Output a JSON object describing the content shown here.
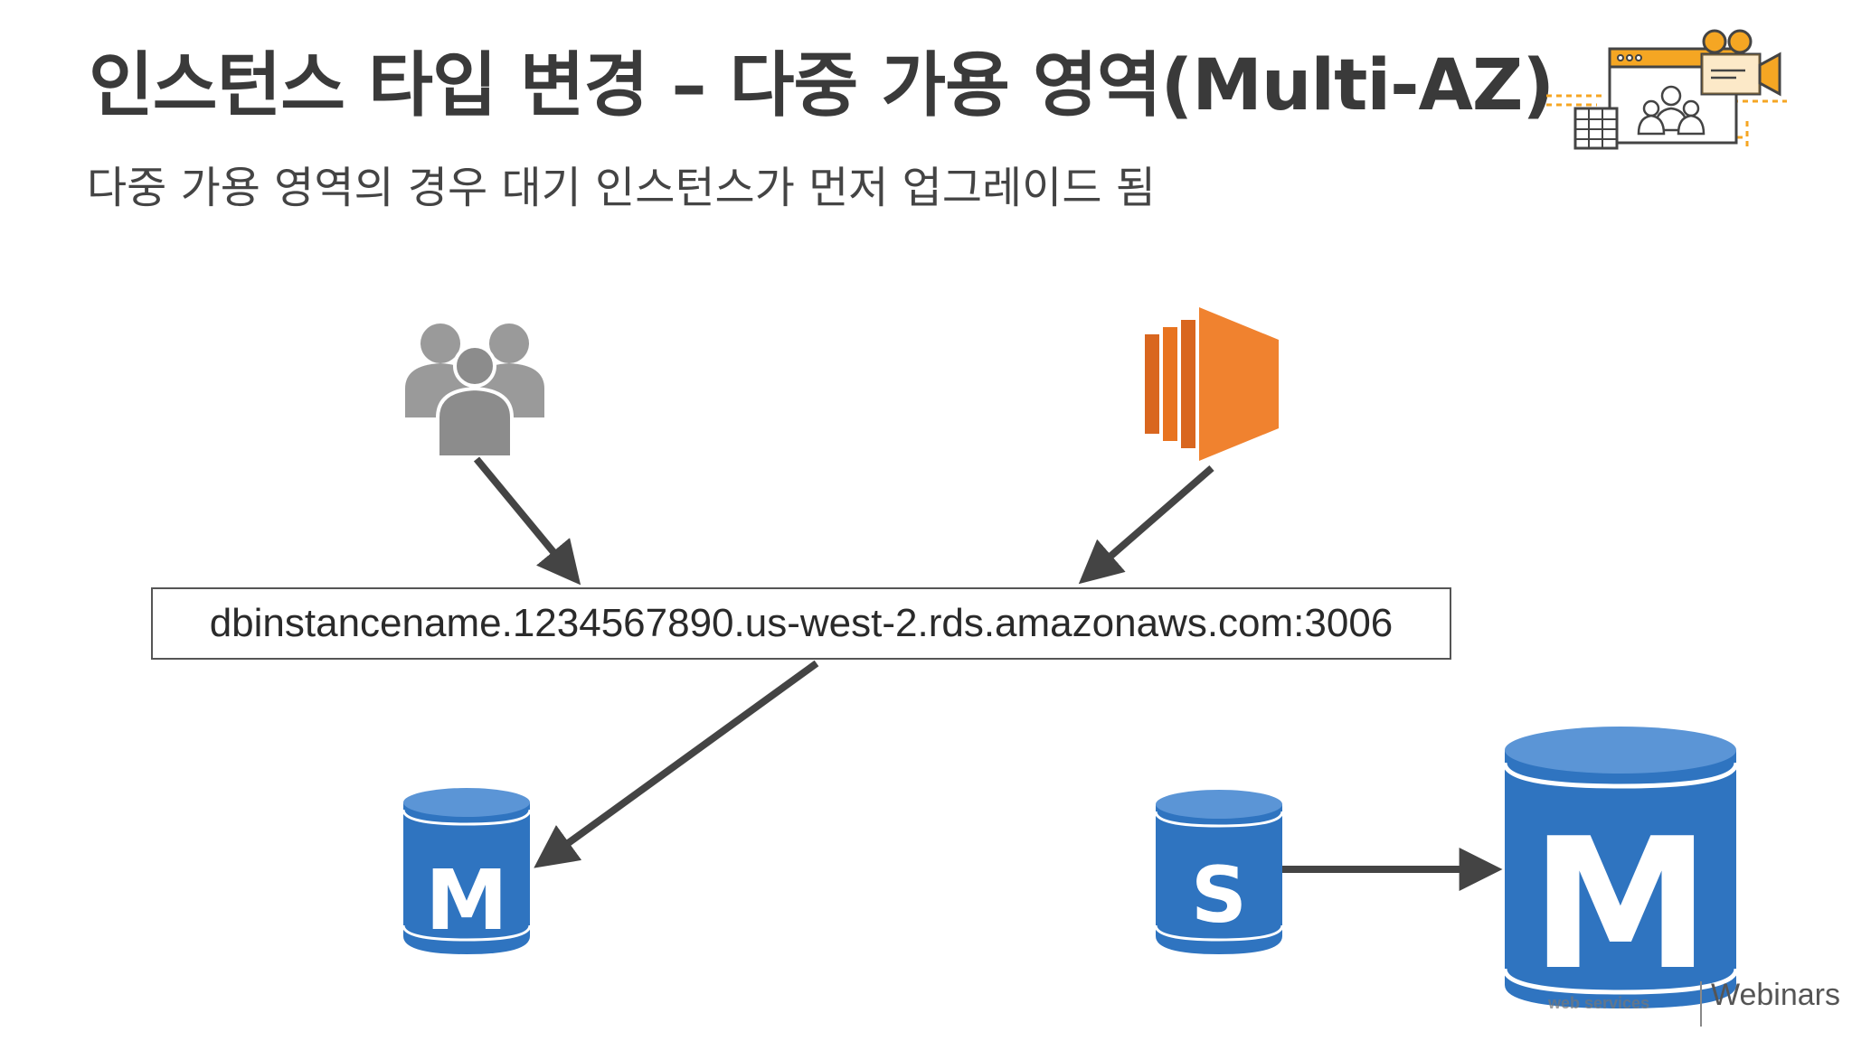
{
  "slide": {
    "title": "인스턴스 타입 변경 – 다중 가용 영역(Multi-AZ)",
    "subtitle": "다중 가용 영역의 경우 대기 인스턴스가 먼저 업그레이드 됨"
  },
  "diagram": {
    "endpoint": "dbinstancename.1234567890.us-west-2.rds.amazonaws.com:3006",
    "master_letter": "M",
    "standby_letter": "S",
    "promoted_master_letter": "M"
  },
  "branding": {
    "label": "Webinars",
    "aws_small": "web services"
  },
  "colors": {
    "db_blue": "#2f74c0",
    "ec2_orange": "#f0822f",
    "users_gray": "#9a9a9a",
    "arrow": "#444444",
    "accent": "#f5a623"
  },
  "icons": [
    "users-icon",
    "ec2-instance-icon",
    "rds-master-icon",
    "rds-standby-icon",
    "webinar-video-icon"
  ]
}
